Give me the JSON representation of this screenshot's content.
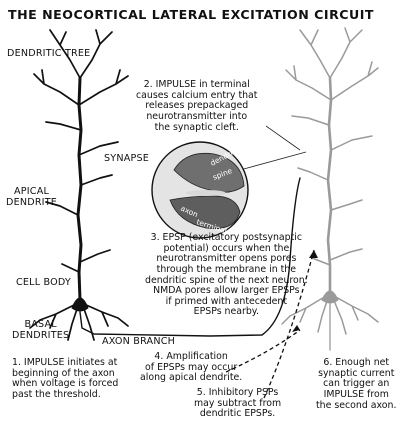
{
  "title": "THE NEOCORTICAL LATERAL EXCITATION CIRCUIT",
  "labels": {
    "dendritic_tree": "DENDRITIC TREE",
    "synapse": "SYNAPSE",
    "apical_dendrite": [
      "APICAL",
      "DENDRITE"
    ],
    "cell_body": "CELL BODY",
    "basal_dendrites": [
      "BASAL",
      "DENDRITES"
    ],
    "axon_branch": "AXON BRANCH"
  },
  "inset": {
    "line1": [
      "dendritic",
      "spine"
    ],
    "line2": [
      "axon",
      "terminal"
    ]
  },
  "notes": {
    "step1": [
      "1. IMPULSE initiates at",
      "beginning of the axon",
      "when voltage is forced",
      "past the threshold."
    ],
    "step2": [
      "2. IMPULSE in terminal",
      "causes calcium entry that",
      "releases prepackaged",
      "neurotransmitter into",
      "the synaptic cleft."
    ],
    "step3": [
      "3. EPSP (excitatory postsynaptic",
      "potential) occurs when the",
      "neurotransmitter opens pores",
      "through the membrane in the",
      "dendritic spine of the next neuron.",
      "NMDA pores allow larger EPSPs",
      "if primed with antecedent",
      "EPSPs nearby."
    ],
    "step4": [
      "4. Amplification",
      "of EPSPs may occur",
      "along apical dendrite."
    ],
    "step5": [
      "5. Inhibitory PSPs",
      "may subtract from",
      "dendritic EPSPs."
    ],
    "step6": [
      "6. Enough net",
      "synaptic current",
      "can trigger an",
      "IMPULSE from",
      "the second axon."
    ]
  },
  "colors": {
    "ink": "#111111",
    "second_neuron": "#9a9a9a",
    "inset_gray": "#6f6f6f"
  }
}
